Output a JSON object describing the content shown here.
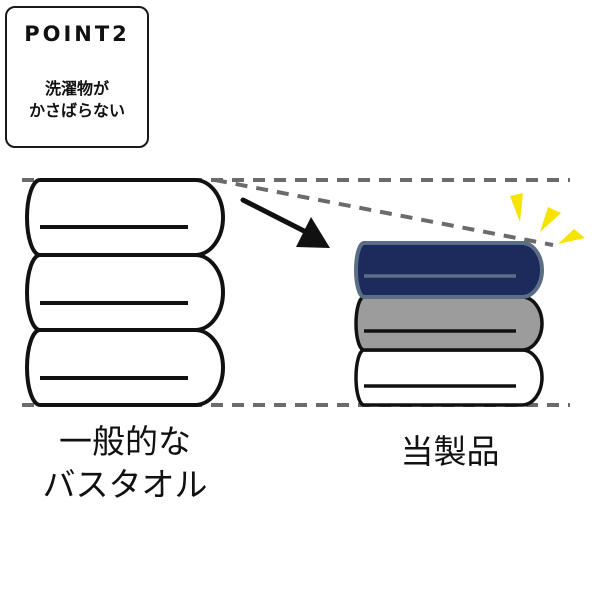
{
  "point_box": {
    "title": "POINT2",
    "caption_line1": "洗濯物が",
    "caption_line2": "かさばらない"
  },
  "labels": {
    "left_line1": "一般的な",
    "left_line2": "バスタオル",
    "right": "当製品"
  },
  "colors": {
    "outline": "#111111",
    "dash": "#6b6b6b",
    "navy_towel": "#1d2a5c",
    "navy_towel_border": "#5a6e86",
    "gray_towel": "#9c9c9c",
    "white_towel": "#ffffff",
    "spark": "#f6e400"
  },
  "icons": {
    "arrow": "arrow-down-right-icon",
    "spark": "spark-burst-icon"
  }
}
